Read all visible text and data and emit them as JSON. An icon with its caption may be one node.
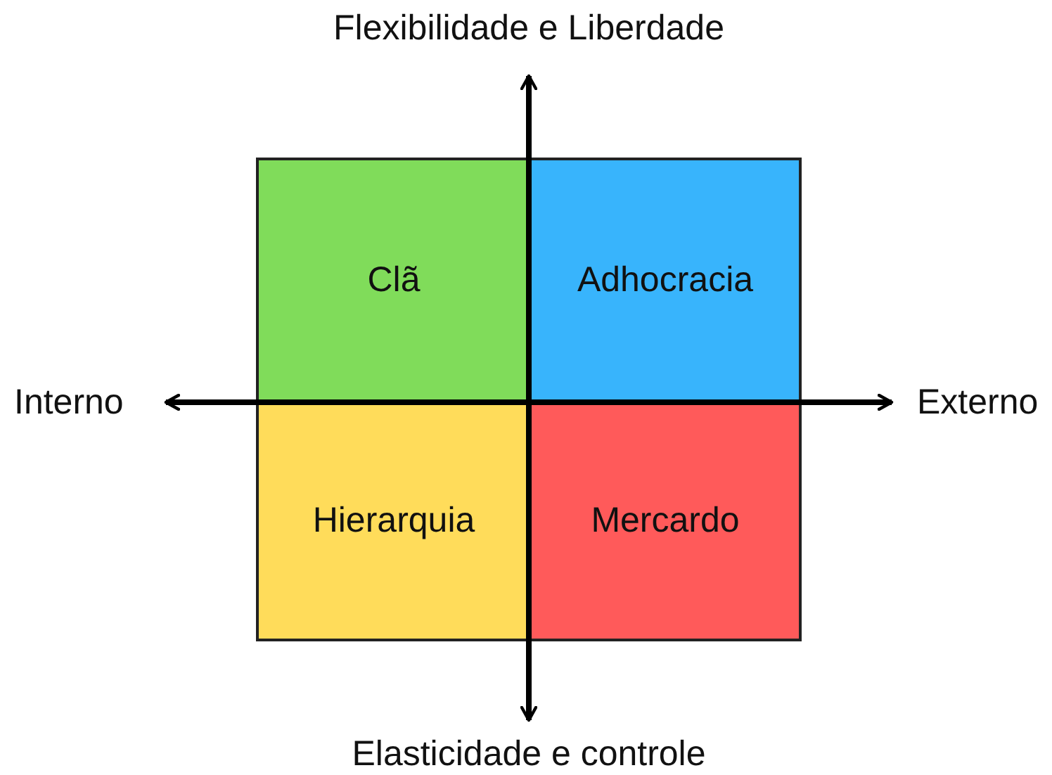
{
  "diagram": {
    "nodes": [
      {
        "text": [
          "Clã"
        ]
      },
      {
        "text": [
          "Adhocracia"
        ]
      },
      {
        "text": [
          "Hierarquia"
        ]
      },
      {
        "text": [
          "Mercardo"
        ]
      }
    ],
    "labels": [
      "Flexibilidade e Liberdade",
      "Interno",
      "Externo",
      "Elasticidade e controle"
    ]
  }
}
